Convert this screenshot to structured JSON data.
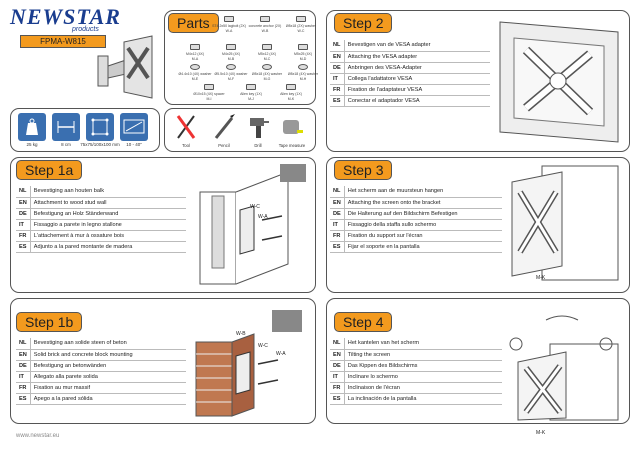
{
  "brand": {
    "name": "NEWSTAR",
    "sub": "products",
    "model": "FPMA-W815"
  },
  "specs": [
    {
      "icon": "weight-icon",
      "label": "25 kg"
    },
    {
      "icon": "depth-icon",
      "label": "8 cm"
    },
    {
      "icon": "vesa-icon",
      "label": "75x75/100x100 mm"
    },
    {
      "icon": "screen-size-icon",
      "label": "10 - 40\""
    }
  ],
  "parts": {
    "title": "Parts",
    "items": [
      {
        "label": "ST4.2x50 lagbolt (2X)",
        "code": "W-A"
      },
      {
        "label": "concrete anchor (2X)",
        "code": "W-B"
      },
      {
        "label": "Ø8x18 (2X) washer",
        "code": "W-C"
      },
      {
        "label": "M4x12 (4X)",
        "code": "M-A"
      },
      {
        "label": "M4x25 (4X)",
        "code": "M-B"
      },
      {
        "label": "M5x12 (4X)",
        "code": "M-C"
      },
      {
        "label": "M5x25 (4X)",
        "code": "M-D"
      },
      {
        "label": "Ø4.4x10 (4X) washer",
        "code": "M-E"
      },
      {
        "label": "Ø5.5x10 (4X) washer",
        "code": "M-F"
      },
      {
        "label": "Ø8x18 (4X) washer",
        "code": "M-G"
      },
      {
        "label": "Ø8x18 (4X) washer",
        "code": "M-H"
      },
      {
        "label": "Ø10x15 (4X) spacer",
        "code": "M-I"
      },
      {
        "label": "Allen key (1X)",
        "code": "M-J"
      },
      {
        "label": "Allen key (1X)",
        "code": "M-K"
      }
    ]
  },
  "tools": [
    {
      "icon": "screwdriver-icon",
      "label": "Tool"
    },
    {
      "icon": "pencil-icon",
      "label": "Pencil"
    },
    {
      "icon": "drill-icon",
      "label": "Drill"
    },
    {
      "icon": "tape-measure-icon",
      "label": "Tape measure"
    }
  ],
  "step2": {
    "title": "Step 2",
    "rows": [
      {
        "code": "NL",
        "text": "Bevestigen van de VESA adapter"
      },
      {
        "code": "EN",
        "text": "Attaching the VESA adapter"
      },
      {
        "code": "DE",
        "text": "Anbringen des VESA-Adapter"
      },
      {
        "code": "IT",
        "text": "Collega l'adattatore VESA"
      },
      {
        "code": "FR",
        "text": "Fixation de l'adaptateur VESA"
      },
      {
        "code": "ES",
        "text": "Conectar el adaptador VESA"
      }
    ]
  },
  "step1a": {
    "title": "Step 1a",
    "rows": [
      {
        "code": "NL",
        "text": "Bevestiging aan houten balk"
      },
      {
        "code": "EN",
        "text": "Attachment to wood stud wall"
      },
      {
        "code": "DE",
        "text": "Befestigung an Holz Ständerwand"
      },
      {
        "code": "IT",
        "text": "Fissaggio a parete in legno stallone"
      },
      {
        "code": "FR",
        "text": "L'attachement à mur à ossature bois"
      },
      {
        "code": "ES",
        "text": "Adjunto a la pared montante de madera"
      }
    ],
    "labels": [
      "W-C",
      "W-A"
    ]
  },
  "step3": {
    "title": "Step 3",
    "rows": [
      {
        "code": "NL",
        "text": "Het scherm aan de muursteun hangen"
      },
      {
        "code": "EN",
        "text": "Attaching the screen onto the bracket"
      },
      {
        "code": "DE",
        "text": "Die Halterung auf den Bildschirm Befestigen"
      },
      {
        "code": "IT",
        "text": "Fissaggio della staffa sullo schermo"
      },
      {
        "code": "FR",
        "text": "Fixation du support sur l'écran"
      },
      {
        "code": "ES",
        "text": "Fijar el soporte en la pantalla"
      }
    ],
    "labels": [
      "M-K"
    ]
  },
  "step1b": {
    "title": "Step 1b",
    "rows": [
      {
        "code": "NL",
        "text": "Bevestiging aan solide steen of beton"
      },
      {
        "code": "EN",
        "text": "Solid brick and concrete block mounting"
      },
      {
        "code": "DE",
        "text": "Befestigung an betonwänden"
      },
      {
        "code": "IT",
        "text": "Allegato alla parete solida"
      },
      {
        "code": "FR",
        "text": "Fixation au mur massif"
      },
      {
        "code": "ES",
        "text": "Apego a la pared sólida"
      }
    ],
    "labels": [
      "W-B",
      "W-C",
      "W-A"
    ]
  },
  "step4": {
    "title": "Step 4",
    "rows": [
      {
        "code": "NL",
        "text": "Het kantelen van het scherm"
      },
      {
        "code": "EN",
        "text": "Tilting the screen"
      },
      {
        "code": "DE",
        "text": "Das Kippen des Bildschirms"
      },
      {
        "code": "IT",
        "text": "Inclinare lo schermo"
      },
      {
        "code": "FR",
        "text": "Inclinaison de l'écran"
      },
      {
        "code": "ES",
        "text": "La inclinación de la pantalla"
      }
    ],
    "labels": [
      "M-K"
    ]
  },
  "footer": "www.newstar.eu",
  "colors": {
    "accent": "#f39a1e",
    "brand": "#1a3d8f",
    "icon_bg": "#3a6fb0"
  }
}
